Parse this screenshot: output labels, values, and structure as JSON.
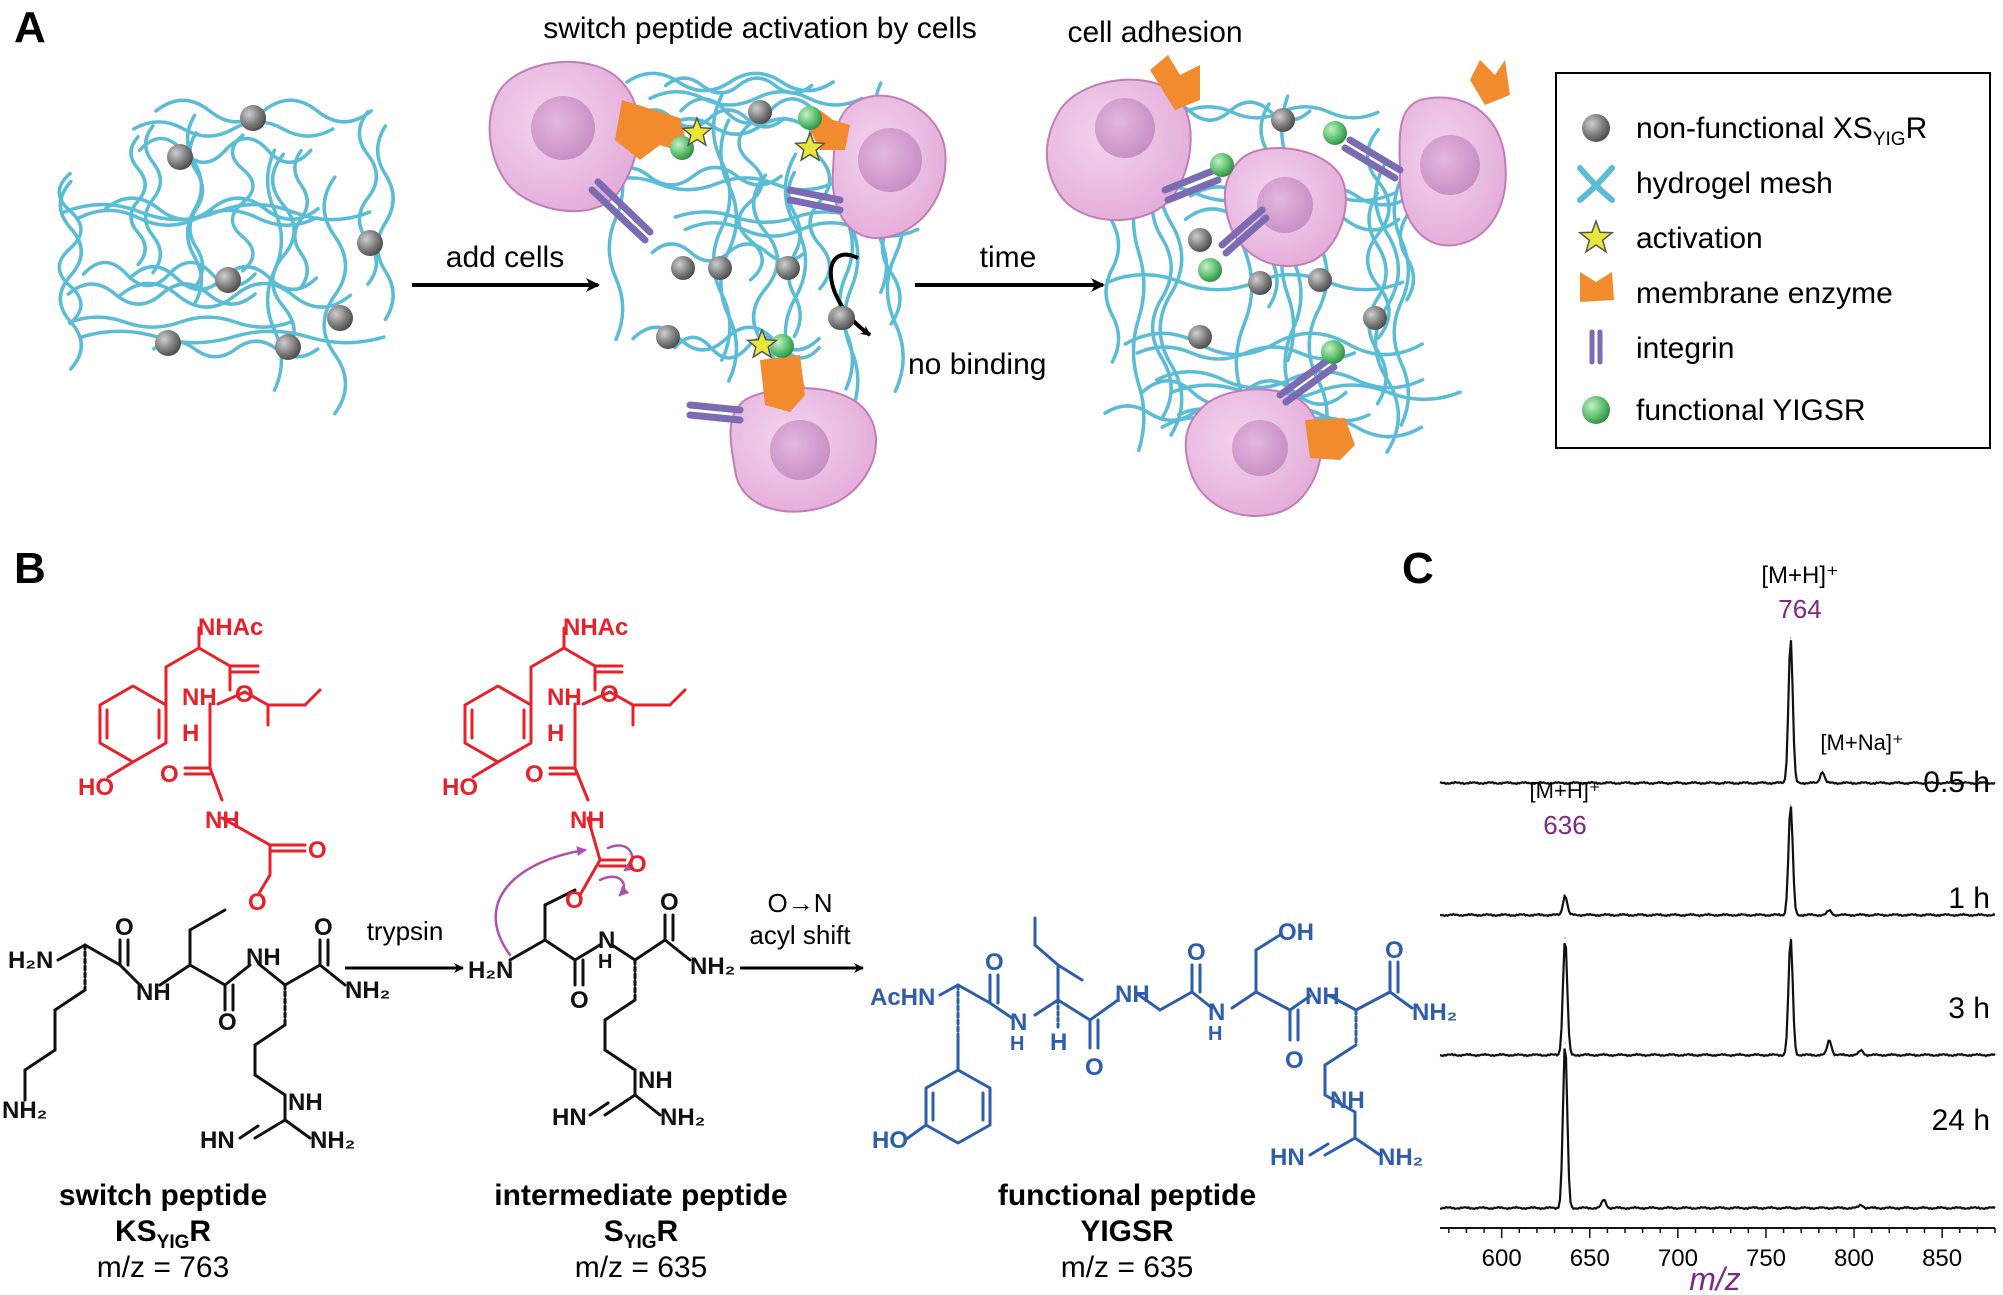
{
  "panels": {
    "a": "A",
    "b": "B",
    "c": "C"
  },
  "panel_a": {
    "title_middle": "switch peptide activation by cells",
    "title_right": "cell adhesion",
    "arrow1": "add cells",
    "arrow2": "time",
    "no_binding": "no binding",
    "legend": [
      {
        "text": "non-functional XS",
        "sub": "YIG",
        "tail": "R",
        "icon": "gray-sphere-icon"
      },
      {
        "text": "hydrogel mesh",
        "icon": "hydrogel-mesh-icon"
      },
      {
        "text": "activation",
        "icon": "star-icon"
      },
      {
        "text": "membrane enzyme",
        "icon": "enzyme-icon"
      },
      {
        "text": "integrin",
        "icon": "integrin-icon"
      },
      {
        "text": "functional YIGSR",
        "icon": "green-sphere-icon"
      }
    ],
    "colors": {
      "mesh": "#5bbcd6",
      "cell": "#e8b6e0",
      "nucleus": "#c98cc4",
      "enzyme": "#f28a2e",
      "integrin": "#7a6bb3",
      "gray": "#808080",
      "green": "#5cbf6e",
      "star": "#e8e83a"
    }
  },
  "panel_b": {
    "arrow1": "trypsin",
    "arrow2_line1": "O→N",
    "arrow2_line2": "acyl shift",
    "atoms": {
      "nhac": "NHAc",
      "nh": "NH",
      "hn": "HN",
      "h": "H",
      "ho": "HO",
      "oh": "OH",
      "o": "O",
      "nh2": "NH₂",
      "h2n": "H₂N",
      "n": "N",
      "achn": "AcHN"
    },
    "compounds": [
      {
        "name": "switch peptide",
        "formula_pre": "KS",
        "formula_sub": "YIG",
        "formula_post": "R",
        "mz": "m/z = 763"
      },
      {
        "name": "intermediate peptide",
        "formula_pre": "S",
        "formula_sub": "YIG",
        "formula_post": "R",
        "mz": "m/z = 635"
      },
      {
        "name": "functional peptide",
        "formula_pre": "YIGSR",
        "formula_sub": "",
        "formula_post": "",
        "mz": "m/z = 635"
      }
    ],
    "colors": {
      "red": "#e8202a",
      "blue": "#2e5eaa",
      "black": "#111111",
      "purple": "#b04fb0"
    }
  },
  "panel_c": {
    "peak_764_label": "[M+H]⁺",
    "peak_764_value": "764",
    "peak_na_label": "[M+Na]⁺",
    "peak_636_label": "[M+H]⁺",
    "peak_636_value": "636",
    "times": [
      "0.5 h",
      "1 h",
      "3 h",
      "24 h"
    ],
    "xlabel": "m/z",
    "colors": {
      "accent": "#7b2a82"
    }
  },
  "chart_data": {
    "type": "line",
    "xlabel": "m/z",
    "xlim": [
      565,
      880
    ],
    "x_ticks": [
      600,
      650,
      700,
      750,
      800,
      850
    ],
    "series": [
      {
        "name": "0.5 h",
        "peaks": [
          {
            "x": 764,
            "y": 1.0
          },
          {
            "x": 782,
            "y": 0.08
          }
        ]
      },
      {
        "name": "1 h",
        "peaks": [
          {
            "x": 636,
            "y": 0.18
          },
          {
            "x": 764,
            "y": 1.0
          },
          {
            "x": 786,
            "y": 0.04
          }
        ]
      },
      {
        "name": "3 h",
        "peaks": [
          {
            "x": 636,
            "y": 0.78
          },
          {
            "x": 764,
            "y": 0.78
          },
          {
            "x": 786,
            "y": 0.1
          },
          {
            "x": 804,
            "y": 0.03
          }
        ]
      },
      {
        "name": "24 h",
        "peaks": [
          {
            "x": 636,
            "y": 1.0
          },
          {
            "x": 658,
            "y": 0.05
          },
          {
            "x": 804,
            "y": 0.02
          }
        ]
      }
    ]
  }
}
